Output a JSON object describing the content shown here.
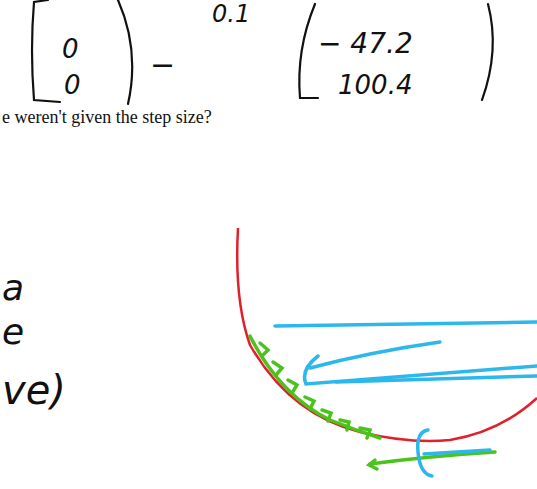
{
  "diagram": {
    "labels": [
      "0",
      "0",
      "−",
      "0.1",
      "− 47.2",
      "100.4",
      "e weren't given the step size?",
      "a",
      "e",
      "ve)"
    ]
  }
}
